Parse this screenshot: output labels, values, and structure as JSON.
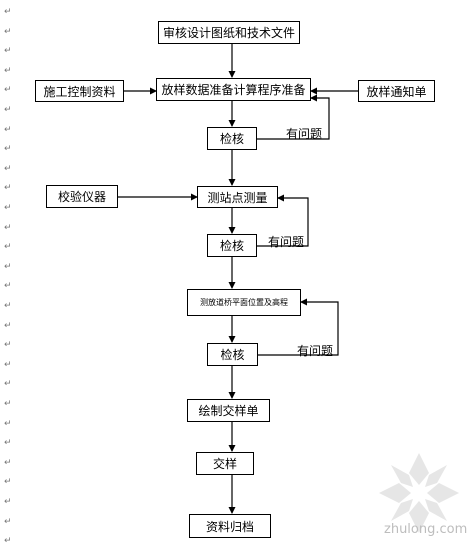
{
  "nodes": {
    "review": "审核设计图纸和技术文件",
    "construction": "施工控制资料",
    "prepare": "放样数据准备计算程序准备",
    "notice": "放样通知单",
    "check1": "检核",
    "calibrate": "校验仪器",
    "station": "测站点测量",
    "check2": "检核",
    "measure": "测放道桥平面位置及高程",
    "check3": "检核",
    "drawing": "绘制交样单",
    "handover": "交样",
    "archive": "资料归档"
  },
  "labels": {
    "problem1": "有问题",
    "problem2": "有问题",
    "problem3": "有问题"
  },
  "paragraph_mark": "↵",
  "watermark": {
    "text": "zhulong.com"
  }
}
